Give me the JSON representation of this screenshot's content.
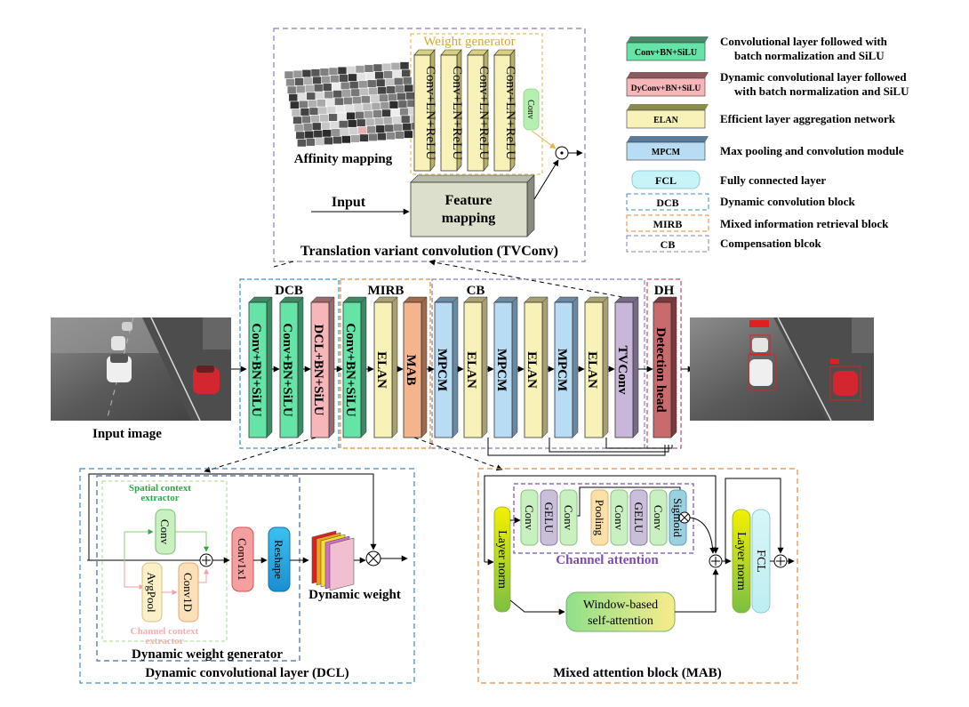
{
  "tvconv": {
    "weight_generator_title": "Weight generator",
    "conv_ln_relu": "Conv+LN+ReLU",
    "conv": "Conv",
    "affinity_mapping": "Affinity mapping",
    "input": "Input",
    "feature_mapping_line1": "Feature",
    "feature_mapping_line2": "mapping",
    "caption": "Translation variant convolution (TVConv)"
  },
  "legend": {
    "items": [
      {
        "swatch": "Conv+BN+SiLU",
        "desc1": "Convolutional layer followed with",
        "desc2": "batch normalization and SiLU"
      },
      {
        "swatch": "DyConv+BN+SiLU",
        "desc1": "Dynamic convolutional layer followed",
        "desc2": "with batch normalization and SiLU"
      },
      {
        "swatch": "ELAN",
        "desc1": "Efficient layer aggregation network",
        "desc2": ""
      },
      {
        "swatch": "MPCM",
        "desc1": "Max pooling and convolution module",
        "desc2": ""
      },
      {
        "swatch": "FCL",
        "desc1": "Fully connected layer",
        "desc2": ""
      },
      {
        "swatch": "DCB",
        "desc1": "Dynamic convolution block",
        "desc2": ""
      },
      {
        "swatch": "MIRB",
        "desc1": "Mixed information retrieval block",
        "desc2": ""
      },
      {
        "swatch": "CB",
        "desc1": "Compensation blcok",
        "desc2": ""
      }
    ]
  },
  "pipeline": {
    "input_image_label": "Input image",
    "groups": {
      "dcb": "DCB",
      "mirb": "MIRB",
      "cb": "CB",
      "dh": "DH"
    },
    "blocks": [
      "Conv+BN+SiLU",
      "Conv+BN+SiLU",
      "DCL+BN+SiLU",
      "Conv+BN+SiLU",
      "ELAN",
      "MAB",
      "MPCM",
      "ELAN",
      "MPCM",
      "ELAN",
      "MPCM",
      "ELAN",
      "TVConv",
      "Detection head"
    ]
  },
  "dcl": {
    "spatial_title": "Spatial context extractor",
    "spatial_line1": "Spatial context",
    "spatial_line2": "extractor",
    "conv": "Conv",
    "avgpool": "AvgPool",
    "conv1d": "Conv1D",
    "channel_line1": "Channel context",
    "channel_line2": "extractor",
    "conv1x1": "Conv1x1",
    "reshape": "Reshape",
    "dynamic_weight": "Dynamic weight",
    "generator_title": "Dynamic weight generator",
    "caption": "Dynamic convolutional layer (DCL)"
  },
  "mab": {
    "layer_norm": "Layer norm",
    "ca_blocks": [
      "Conv",
      "GELU",
      "Conv",
      "Pooling",
      "Conv",
      "GELU",
      "Conv",
      "Sigmoid"
    ],
    "channel_attention": "Channel attention",
    "window_line1": "Window-based",
    "window_line2": "self-attention",
    "layer_norm2": "Layer norm",
    "fcl": "FCL",
    "caption": "Mixed attention block (MAB)"
  },
  "colors": {
    "green": "#66e3a6",
    "pink": "#f7b6b9",
    "yellow": "#f8f1b8",
    "blue": "#b7dcf3",
    "salmon": "#f6b48c",
    "purple": "#c8b7d8",
    "red_head": "#c96b6d",
    "dcb_border": "#3a8fbf",
    "mirb_border": "#e08a3a",
    "cb_border": "#8d7bb0",
    "dh_border": "#c9476a",
    "wg_border": "#e0c060",
    "spatial_green": "#2aa84a",
    "channel_pink": "#f3a0a0",
    "ca_purple": "#7c4bb4"
  }
}
